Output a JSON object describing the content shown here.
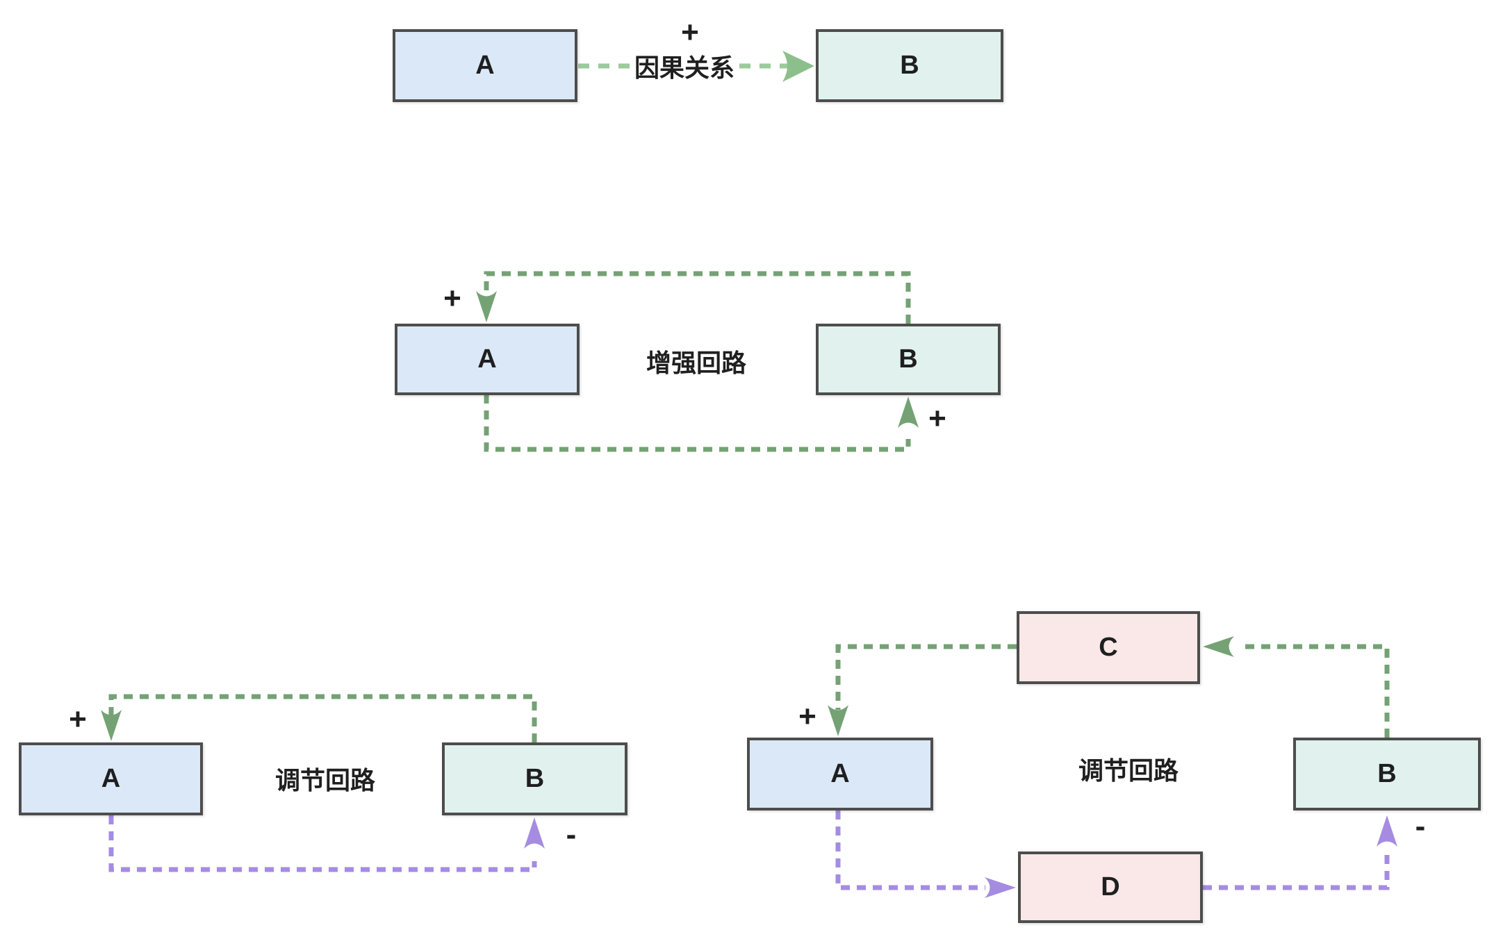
{
  "colors": {
    "causal_arrow_green": "#9bcb9b",
    "loop_green": "#74a274",
    "loop_purple": "#a58ce0",
    "node_border": "#4d4d4d",
    "node_blue_fill": "#dbe8f7",
    "node_teal_fill": "#e1f2ee",
    "node_pink_fill": "#fae8e8",
    "text": "#1f1f1f"
  },
  "sections": {
    "causal": {
      "node_a": "A",
      "node_b": "B",
      "edge_label": "因果关系",
      "sign": "+"
    },
    "reinforcing": {
      "node_a": "A",
      "node_b": "B",
      "loop_label": "增强回路",
      "sign_top": "+",
      "sign_bottom": "+"
    },
    "balancing_simple": {
      "node_a": "A",
      "node_b": "B",
      "loop_label": "调节回路",
      "sign_top": "+",
      "sign_bottom": "-"
    },
    "balancing_double": {
      "node_a": "A",
      "node_b": "B",
      "node_c": "C",
      "node_d": "D",
      "loop_label": "调节回路",
      "sign_top": "+",
      "sign_bottom": "-"
    }
  }
}
